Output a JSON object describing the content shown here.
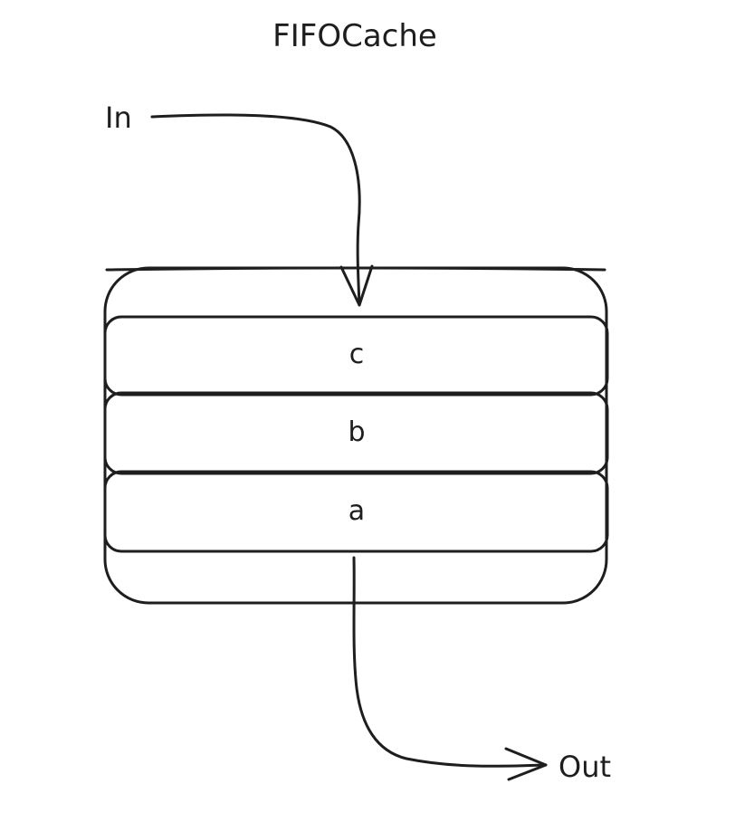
{
  "diagram": {
    "title": "FIFOCache",
    "input_label": "In",
    "output_label": "Out",
    "slots": [
      {
        "label": "c"
      },
      {
        "label": "b"
      },
      {
        "label": "a"
      }
    ]
  }
}
